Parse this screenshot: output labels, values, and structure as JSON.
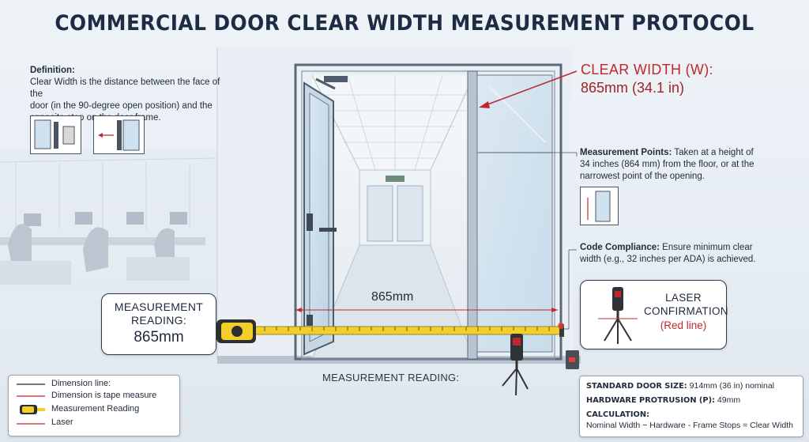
{
  "title": "COMMERCIAL DOOR CLEAR WIDTH MEASUREMENT PROTOCOL",
  "definition": {
    "heading": "Definition:",
    "lines": [
      "Clear Width is the distance between the face of the",
      "door (in the 90-degree open position) and the",
      "opposite stop on the door frame."
    ]
  },
  "clear_width": {
    "label": "CLEAR WIDTH (W):",
    "value": "865mm (34.1 in)"
  },
  "measurement_points": {
    "heading": "Measurement Points:",
    "lines": [
      "Taken at a height of",
      "34 inches (864 mm) from the floor, or at the",
      "narrowest point of the opening."
    ]
  },
  "code_compliance": {
    "heading": "Code Compliance:",
    "lines": [
      "Ensure minimum clear",
      "width (e.g., 32 inches per ADA) is achieved."
    ]
  },
  "dimension_label": "865mm",
  "reading_box": {
    "line1": "MEASUREMENT",
    "line2": "READING:",
    "value": "865mm"
  },
  "laser_box": {
    "line1": "LASER",
    "line2": "CONFIRMATION",
    "line3": "(Red line)"
  },
  "measurement_caption": "MEASUREMENT READING:",
  "legend": [
    {
      "label": "Dimension line:",
      "icon": "dimension-line"
    },
    {
      "label": "Dimension is tape measure",
      "icon": "red-line"
    },
    {
      "label": "Measurement Reading",
      "icon": "tape-measure"
    },
    {
      "label": "Laser",
      "icon": "red-line"
    }
  ],
  "specs": {
    "door_size_label": "STANDARD DOOR SIZE:",
    "door_size_value": "914mm (36 in) nominal",
    "hardware_label": "HARDWARE PROTRUSION (P):",
    "hardware_value": "49mm",
    "calc_label": "CALCULATION:",
    "calc_value": "Nominal Width − Hardware - Frame Stops = Clear Width"
  },
  "colors": {
    "accent_red": "#c0282e",
    "title_navy": "#1d2c44",
    "tape_yellow": "#f2cf2b"
  }
}
